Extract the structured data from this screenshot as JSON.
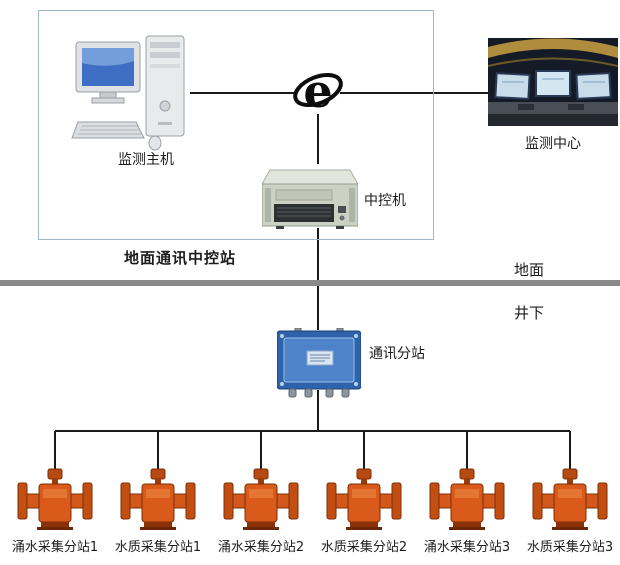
{
  "nodes": {
    "host": {
      "label": "监测主机"
    },
    "center": {
      "label": "监测中心"
    },
    "control": {
      "label": "中控机"
    },
    "station_box": {
      "label": "地面通讯中控站"
    },
    "surface": {
      "label": "地面"
    },
    "underground": {
      "label": "井下"
    },
    "substation": {
      "label": "通讯分站"
    }
  },
  "devices": [
    {
      "label": "涌水采集分站1"
    },
    {
      "label": "水质采集分站1"
    },
    {
      "label": "涌水采集分站2"
    },
    {
      "label": "水质采集分站2"
    },
    {
      "label": "涌水采集分站3"
    },
    {
      "label": "水质采集分站3"
    }
  ],
  "colors": {
    "line": "#1a1a1a",
    "boundary_border": "#9db8cb",
    "divider_gray": "#8a8a8a",
    "substation_blue": "#2e62ab",
    "device_orange": "#d2581c",
    "screen_blue": "#3f6fc4"
  }
}
